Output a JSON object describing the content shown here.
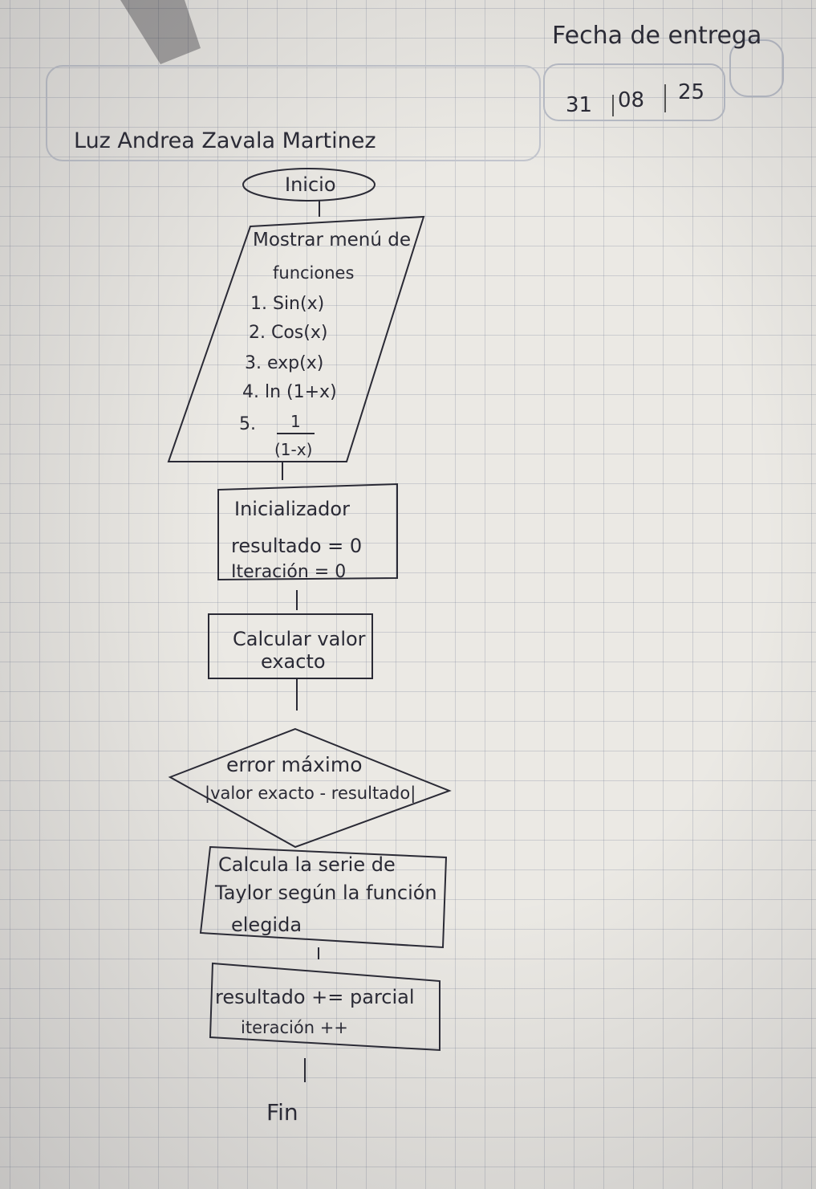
{
  "header": {
    "label": "Fecha de entrega",
    "day": "31",
    "month": "08",
    "year": "25",
    "name": "Luz Andrea Zavala Martinez"
  },
  "flowchart": {
    "start": "Inicio",
    "menu": {
      "title_line1": "Mostrar menú de",
      "title_line2": "funciones",
      "options": [
        "1. Sin(x)",
        "2. Cos(x)",
        "3. exp(x)",
        "4. ln (1+x)"
      ],
      "option5_prefix": "5.",
      "option5_num": "1",
      "option5_den": "(1-x)"
    },
    "init": [
      "Inicializador",
      "resultado = 0",
      "Iteración = 0"
    ],
    "exact": [
      "Calcular valor",
      "exacto"
    ],
    "decision": [
      "error máximo",
      "|valor exacto - resultado|"
    ],
    "taylor": [
      "Calcula la serie de",
      "Taylor según la función",
      "elegida"
    ],
    "accumulate": [
      "resultado += parcial",
      "iteración ++"
    ],
    "end": "Fin"
  },
  "colors": {
    "ink": "#2a2a35",
    "paper": "#ebe9e4",
    "grid": "#8a93a3"
  }
}
